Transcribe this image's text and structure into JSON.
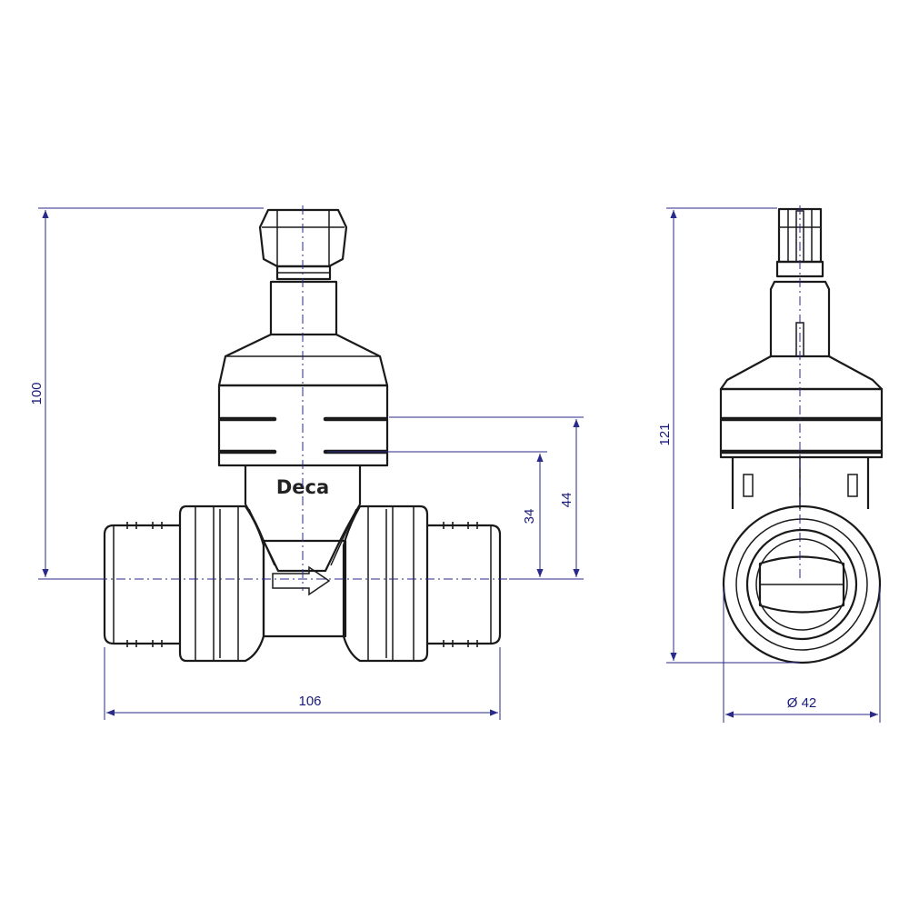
{
  "front_view": {
    "brand_label": "Deca",
    "dim_overall_height": "100",
    "dim_outlet_height_inner": "34",
    "dim_outlet_height_outer": "44",
    "dim_overall_length": "106"
  },
  "side_view": {
    "dim_overall_height": "121",
    "dim_diameter": "Ø 42"
  },
  "colors": {
    "outline": "#1a1a1a",
    "dimension": "#2a2a8a",
    "background": "#ffffff"
  }
}
